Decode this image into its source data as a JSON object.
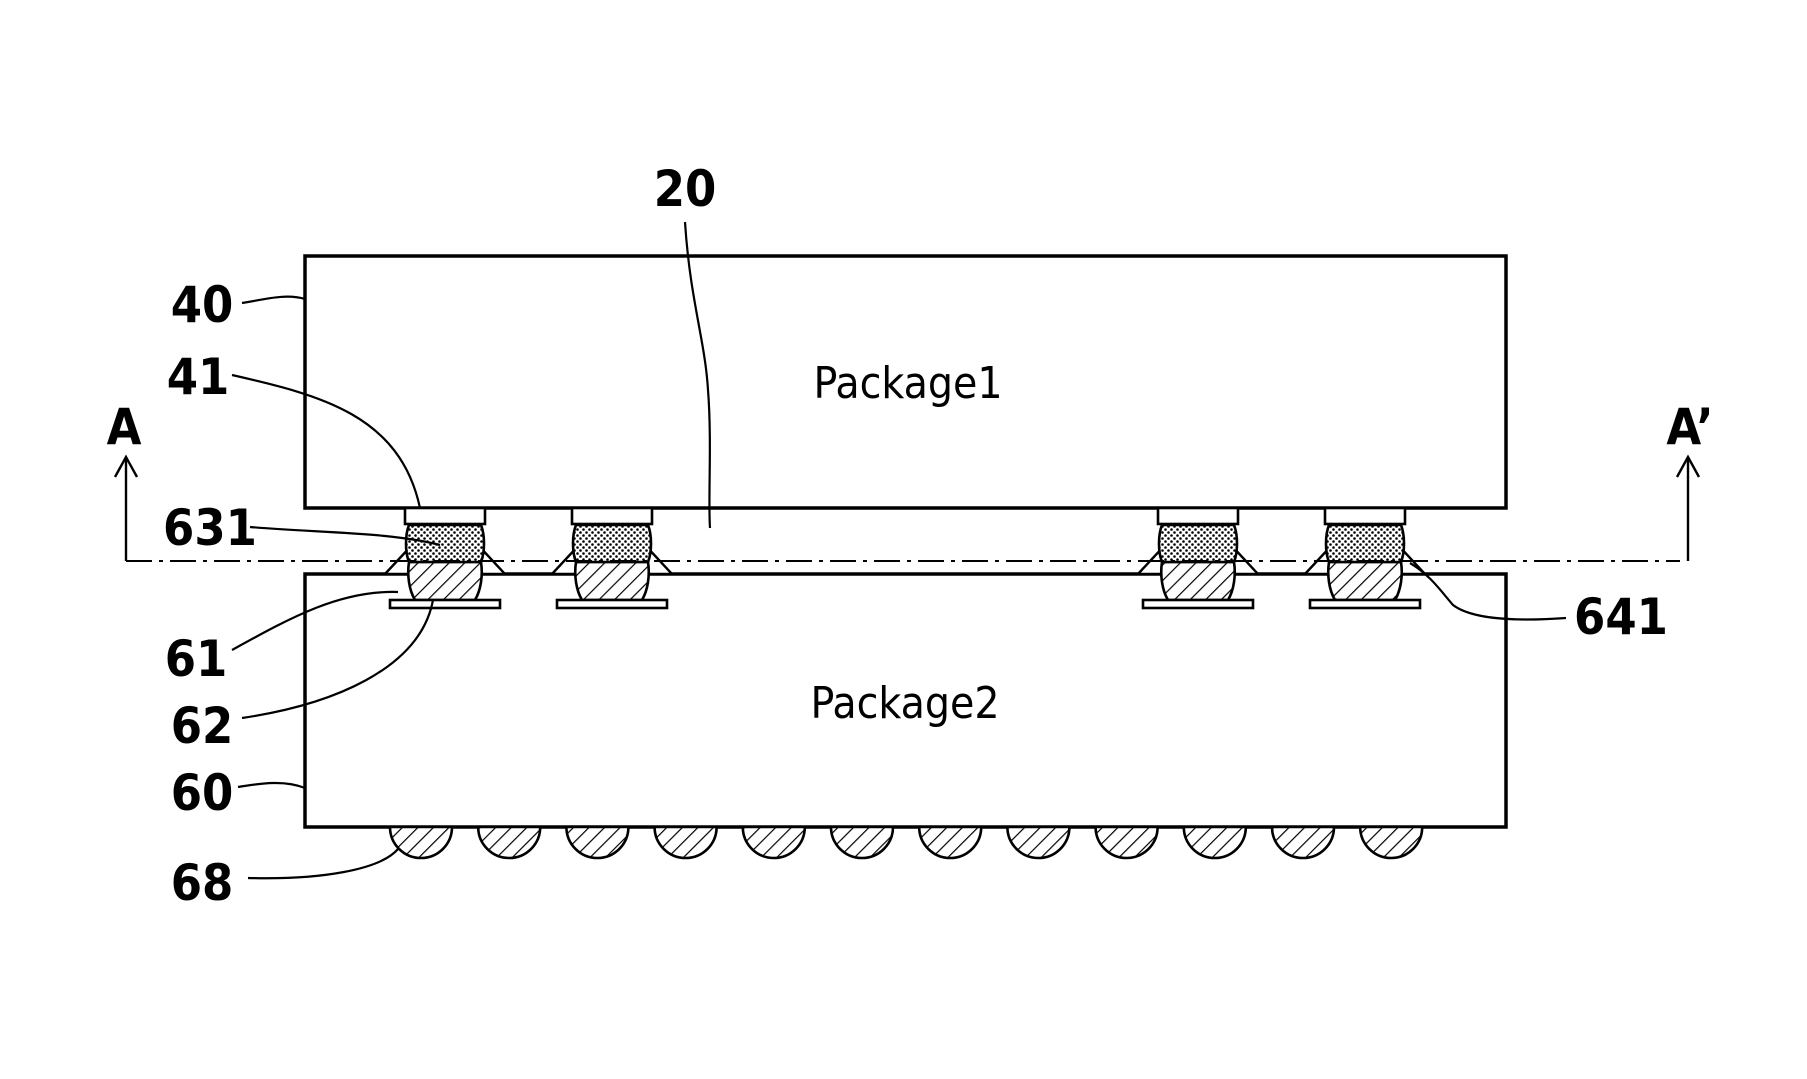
{
  "packages": {
    "top": "Package1",
    "bottom": "Package2"
  },
  "section": {
    "left": "A",
    "right": "A’"
  },
  "refs": {
    "r20": "20",
    "r40": "40",
    "r41": "41",
    "r631": "631",
    "r61": "61",
    "r62": "62",
    "r60": "60",
    "r68": "68",
    "r641": "641"
  }
}
